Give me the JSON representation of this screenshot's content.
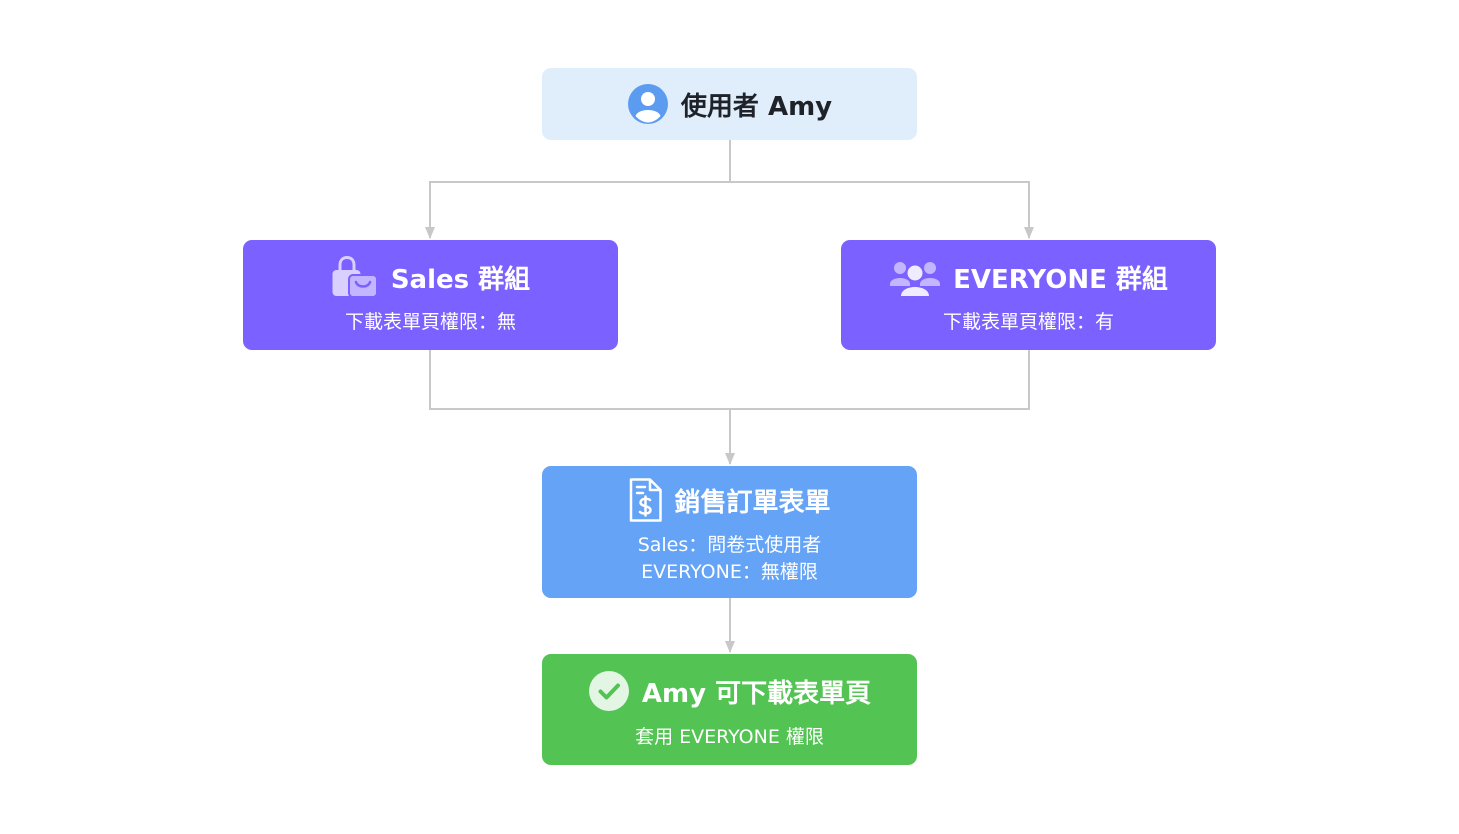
{
  "colors": {
    "user_bg": "#e0eefb",
    "group_bg": "#7b61ff",
    "form_bg": "#64a3f5",
    "result_bg": "#53c353",
    "connector": "#c8c8c8"
  },
  "user": {
    "icon": "user-avatar-icon",
    "title": "使用者 Amy"
  },
  "groups": [
    {
      "icon": "shopping-bag-icon",
      "title": "Sales 群組",
      "permission": "下載表單頁權限：無"
    },
    {
      "icon": "people-group-icon",
      "title": "EVERYONE 群組",
      "permission": "下載表單頁權限：有"
    }
  ],
  "form": {
    "icon": "invoice-document-icon",
    "title": "銷售訂單表單",
    "lines": [
      "Sales：問卷式使用者",
      "EVERYONE：無權限"
    ]
  },
  "result": {
    "icon": "check-circle-icon",
    "title": "Amy 可下載表單頁",
    "note": "套用 EVERYONE 權限"
  }
}
